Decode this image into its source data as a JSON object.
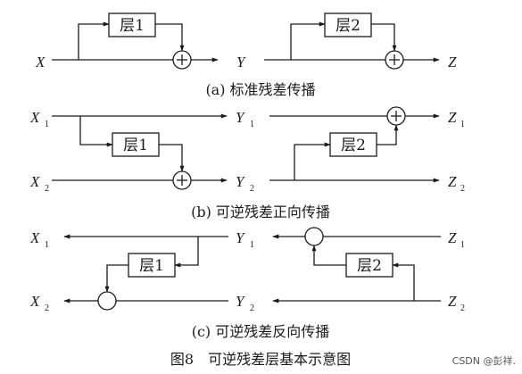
{
  "diagrams": {
    "a": {
      "caption": "(a) 标准残差传播",
      "x": "X",
      "y": "Y",
      "z": "Z",
      "layer1": "层1",
      "layer2": "层2"
    },
    "b": {
      "caption": "(b) 可逆残差正向传播",
      "x1": "X",
      "x1_sub": "1",
      "x2": "X",
      "x2_sub": "2",
      "y1": "Y",
      "y1_sub": "1",
      "y2": "Y",
      "y2_sub": "2",
      "z1": "Z",
      "z1_sub": "1",
      "z2": "Z",
      "z2_sub": "2",
      "layer1": "层1",
      "layer2": "层2"
    },
    "c": {
      "caption": "(c) 可逆残差反向传播",
      "x1": "X",
      "x1_sub": "1",
      "x2": "X",
      "x2_sub": "2",
      "y1": "Y",
      "y1_sub": "1",
      "y2": "Y",
      "y2_sub": "2",
      "z1": "Z",
      "z1_sub": "1",
      "z2": "Z",
      "z2_sub": "2",
      "layer1": "层1",
      "layer2": "层2"
    }
  },
  "figure_title": "图8　可逆残差层基本示意图",
  "watermark": "CSDN @彭祥."
}
